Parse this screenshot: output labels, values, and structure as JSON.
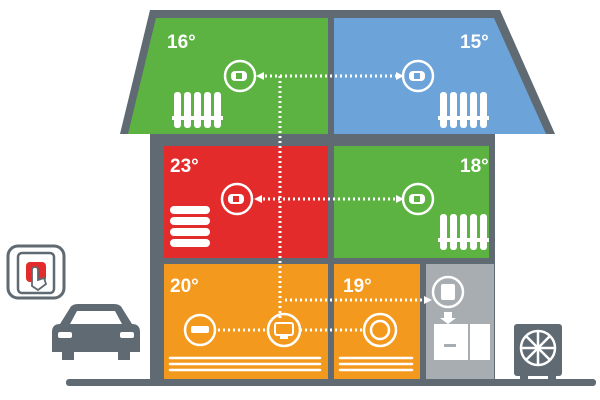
{
  "colors": {
    "frame": "#5f6a72",
    "green": "#5cb342",
    "blue": "#6ca4d9",
    "red": "#e32b2b",
    "orange": "#f39a1e",
    "grey_room": "#a8adb1",
    "white": "#ffffff"
  },
  "rooms": {
    "top_left": {
      "temperature": "16°",
      "color": "#5cb342"
    },
    "top_right": {
      "temperature": "15°",
      "color": "#6ca4d9"
    },
    "mid_left": {
      "temperature": "23°",
      "color": "#e32b2b"
    },
    "mid_right": {
      "temperature": "18°",
      "color": "#5cb342"
    },
    "bottom_left": {
      "temperature": "20°",
      "color": "#f39a1e"
    },
    "bottom_middle": {
      "temperature": "19°",
      "color": "#f39a1e"
    }
  },
  "icons": [
    "radiator-valve-icon",
    "radiator-icon",
    "hub-display-icon",
    "round-thermostat-icon",
    "underfloor-heating-icon",
    "boiler-icon",
    "heat-pump-icon",
    "smartphone-touch-icon",
    "car-icon"
  ]
}
